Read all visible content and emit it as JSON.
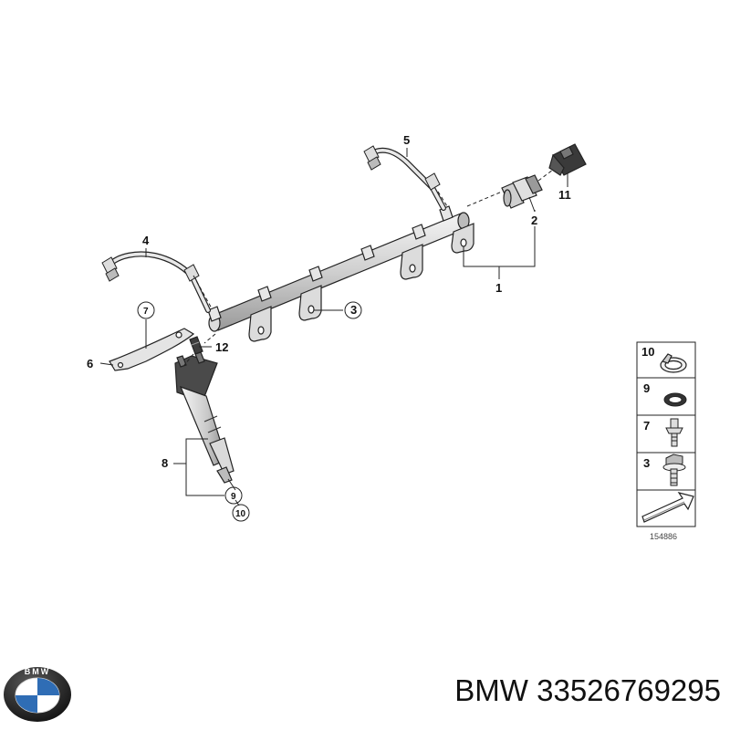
{
  "diagram": {
    "callouts": {
      "c1": "1",
      "c2": "2",
      "c3": "3",
      "c4": "4",
      "c5": "5",
      "c6": "6",
      "c7": "7",
      "c8": "8",
      "c9": "9",
      "c10": "10",
      "c11": "11",
      "c12": "12"
    },
    "legend": {
      "items": [
        {
          "number": "10",
          "icon": "clamp-ring-icon"
        },
        {
          "number": "9",
          "icon": "seal-ring-icon"
        },
        {
          "number": "7",
          "icon": "stud-bolt-icon"
        },
        {
          "number": "3",
          "icon": "hex-bolt-icon"
        }
      ],
      "arrow_icon": "direction-arrow-icon",
      "reference": "154886"
    }
  },
  "footer": {
    "brand": "BMW",
    "part_number": "33526769295",
    "logo_letters": "BMW"
  },
  "colors": {
    "line": "#222222",
    "part_fill": "#e2e2e2",
    "part_dark": "#555555",
    "logo_blue": "#2f6db5",
    "logo_ring": "#1a1a1a"
  }
}
